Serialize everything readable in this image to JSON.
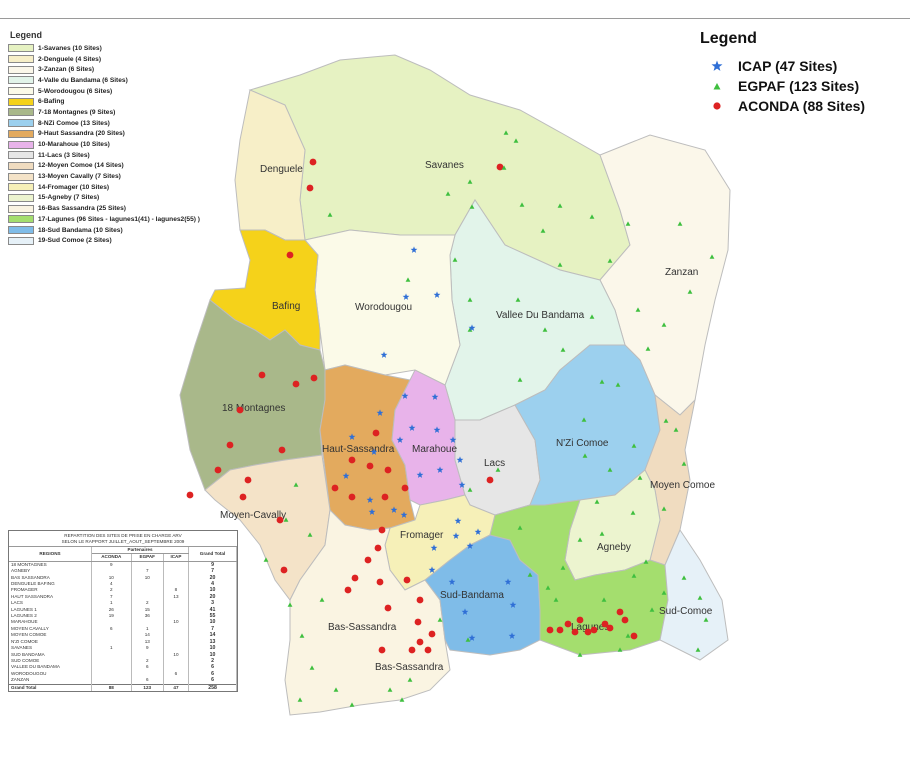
{
  "left_legend": {
    "title": "Legend",
    "items": [
      {
        "label": "1-Savanes (10 Sites)",
        "color": "#e6f2c2"
      },
      {
        "label": "2-Denguele (4 Sites)",
        "color": "#f7efc8"
      },
      {
        "label": "3-Zanzan (6 Sites)",
        "color": "#fbf7ea"
      },
      {
        "label": "4-Valle du Bandama (6 Sites)",
        "color": "#e2f4ea"
      },
      {
        "label": "5-Worodougou (6 Sites)",
        "color": "#fbfae8"
      },
      {
        "label": "6-Bafing",
        "color": "#f5d21a"
      },
      {
        "label": "7-18 Montagnes (9 Sites)",
        "color": "#a9b88a"
      },
      {
        "label": "8-NZi Comoe (13 Sites)",
        "color": "#9cd0ee"
      },
      {
        "label": "9-Haut Sassandra (20 Sites)",
        "color": "#e3aa5e"
      },
      {
        "label": "10-Marahoue (10 Sites)",
        "color": "#e8b3ea"
      },
      {
        "label": "11-Lacs (3 Sites)",
        "color": "#e6e6e6"
      },
      {
        "label": "12-Moyen Comoe (14 Sites)",
        "color": "#f0dcc0"
      },
      {
        "label": "13-Moyen Cavally (7 Sites)",
        "color": "#f4e3c8"
      },
      {
        "label": "14-Fromager (10 Sites)",
        "color": "#f6f0b8"
      },
      {
        "label": "15-Agneby (7 Sites)",
        "color": "#ecf4cf"
      },
      {
        "label": "16-Bas Sassandra (25 Sites)",
        "color": "#faf4e2"
      },
      {
        "label": "17-Lagunes (96 Sites - lagunes1(41) - lagunes2(55) )",
        "color": "#a4de6e"
      },
      {
        "label": "18-Sud Bandama (10 Sites)",
        "color": "#7fbce8"
      },
      {
        "label": "19-Sud Comoe (2 Sites)",
        "color": "#e6f1f8"
      }
    ]
  },
  "right_legend": {
    "title": "Legend",
    "items": [
      {
        "label": "ICAP (47 Sites)",
        "marker": "star",
        "color": "#2f6fd6"
      },
      {
        "label": "EGPAF (123 Sites)",
        "marker": "triangle",
        "color": "#3fbf3f"
      },
      {
        "label": "ACONDA (88 Sites)",
        "marker": "dot",
        "color": "#dd2222"
      }
    ]
  },
  "regions": {
    "savanes": "Savanes",
    "denguele": "Denguele",
    "zanzan": "Zanzan",
    "vallee": "Vallee Du Bandama",
    "worodougou": "Worodougou",
    "bafing": "Bafing",
    "montagnes": "18 Montagnes",
    "nzi": "N'Zi Comoe",
    "haut": "Haut-Sassandra",
    "marahoue": "Marahoue",
    "lacs": "Lacs",
    "moyencomoe": "Moyen Comoe",
    "moyencavally": "Moyen-Cavally",
    "fromager": "Fromager",
    "agneby": "Agneby",
    "bas1": "Bas-Sassandra",
    "bas2": "Bas-Sassandra",
    "lagunes": "Lagunes",
    "sudbandama": "Sud-Bandama",
    "sudcomoe": "Sud-Comoe"
  },
  "table": {
    "caption_line1": "REPARTITION DES SITES DE PRISE EN CHARGE ARV",
    "caption_line2": "SELON LE RAPPORT JUILLET_AOUT_SEPTEMBRE 2009",
    "header_regions": "REGIONS",
    "header_partners": "Partenaires",
    "header_aconda": "ACONDA",
    "header_egpaf": "EGPAF",
    "header_icap": "ICAP",
    "header_total": "Grand Total",
    "rows": [
      {
        "region": "18 MONTAGNES",
        "aconda": "9",
        "egpaf": "",
        "icap": "",
        "total": "9"
      },
      {
        "region": "AGNEBY",
        "aconda": "",
        "egpaf": "7",
        "icap": "",
        "total": "7"
      },
      {
        "region": "BAS SASSANDRA",
        "aconda": "10",
        "egpaf": "10",
        "icap": "",
        "total": "20"
      },
      {
        "region": "DENGUELE BAFING",
        "aconda": "4",
        "egpaf": "",
        "icap": "",
        "total": "4"
      },
      {
        "region": "FROMAGER",
        "aconda": "2",
        "egpaf": "",
        "icap": "8",
        "total": "10"
      },
      {
        "region": "HAUT SASSANDRA",
        "aconda": "7",
        "egpaf": "",
        "icap": "13",
        "total": "20"
      },
      {
        "region": "LACS",
        "aconda": "1",
        "egpaf": "2",
        "icap": "",
        "total": "3"
      },
      {
        "region": "LAGUNES 1",
        "aconda": "26",
        "egpaf": "15",
        "icap": "",
        "total": "41"
      },
      {
        "region": "LAGUNES 2",
        "aconda": "19",
        "egpaf": "36",
        "icap": "",
        "total": "55"
      },
      {
        "region": "MARAHOUE",
        "aconda": "",
        "egpaf": "",
        "icap": "10",
        "total": "10"
      },
      {
        "region": "MOYEN CAVALLY",
        "aconda": "6",
        "egpaf": "1",
        "icap": "",
        "total": "7"
      },
      {
        "region": "MOYEN COMOE",
        "aconda": "",
        "egpaf": "14",
        "icap": "",
        "total": "14"
      },
      {
        "region": "N'ZI COMOE",
        "aconda": "",
        "egpaf": "13",
        "icap": "",
        "total": "13"
      },
      {
        "region": "SAVANES",
        "aconda": "1",
        "egpaf": "9",
        "icap": "",
        "total": "10"
      },
      {
        "region": "SUD BANDAMA",
        "aconda": "",
        "egpaf": "",
        "icap": "10",
        "total": "10"
      },
      {
        "region": "SUD COMOE",
        "aconda": "",
        "egpaf": "2",
        "icap": "",
        "total": "2"
      },
      {
        "region": "VALLEE DU BANDAMA",
        "aconda": "",
        "egpaf": "6",
        "icap": "",
        "total": "6"
      },
      {
        "region": "WORODOUGOU",
        "aconda": "",
        "egpaf": "",
        "icap": "6",
        "total": "6"
      },
      {
        "region": "ZANZAN",
        "aconda": "",
        "egpaf": "6",
        "icap": "",
        "total": "6"
      }
    ],
    "grand_label": "Grand Total",
    "grand_aconda": "88",
    "grand_egpaf": "123",
    "grand_icap": "47",
    "grand_total": "258"
  }
}
